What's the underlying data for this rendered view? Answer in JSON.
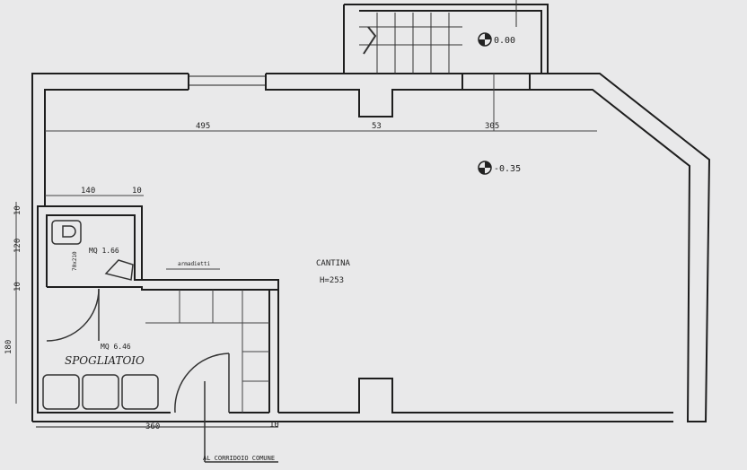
{
  "plan": {
    "room_main": "CANTINA",
    "room_height": "H=253",
    "room_small_area": "MQ 1.66",
    "room_changing_area": "MQ 6.46",
    "room_changing_name": "SPOGLIATOIO",
    "lockers_label": "armadietti",
    "corridor_label": "AL CORRIDOIO COMUNE",
    "door_small_label": "70x210"
  },
  "levels": {
    "upper": "0.00",
    "lower": "-0.35"
  },
  "dimensions": {
    "d495": "495",
    "d53": "53",
    "d305": "305",
    "d140": "140",
    "d10a": "10",
    "d10b": "10",
    "d120": "120",
    "d10c": "10",
    "d180": "180",
    "d360": "360",
    "d10d": "10"
  },
  "colors": {
    "paper": "#e9e9ea",
    "ink": "#1e1e1e",
    "line": "#333333"
  }
}
